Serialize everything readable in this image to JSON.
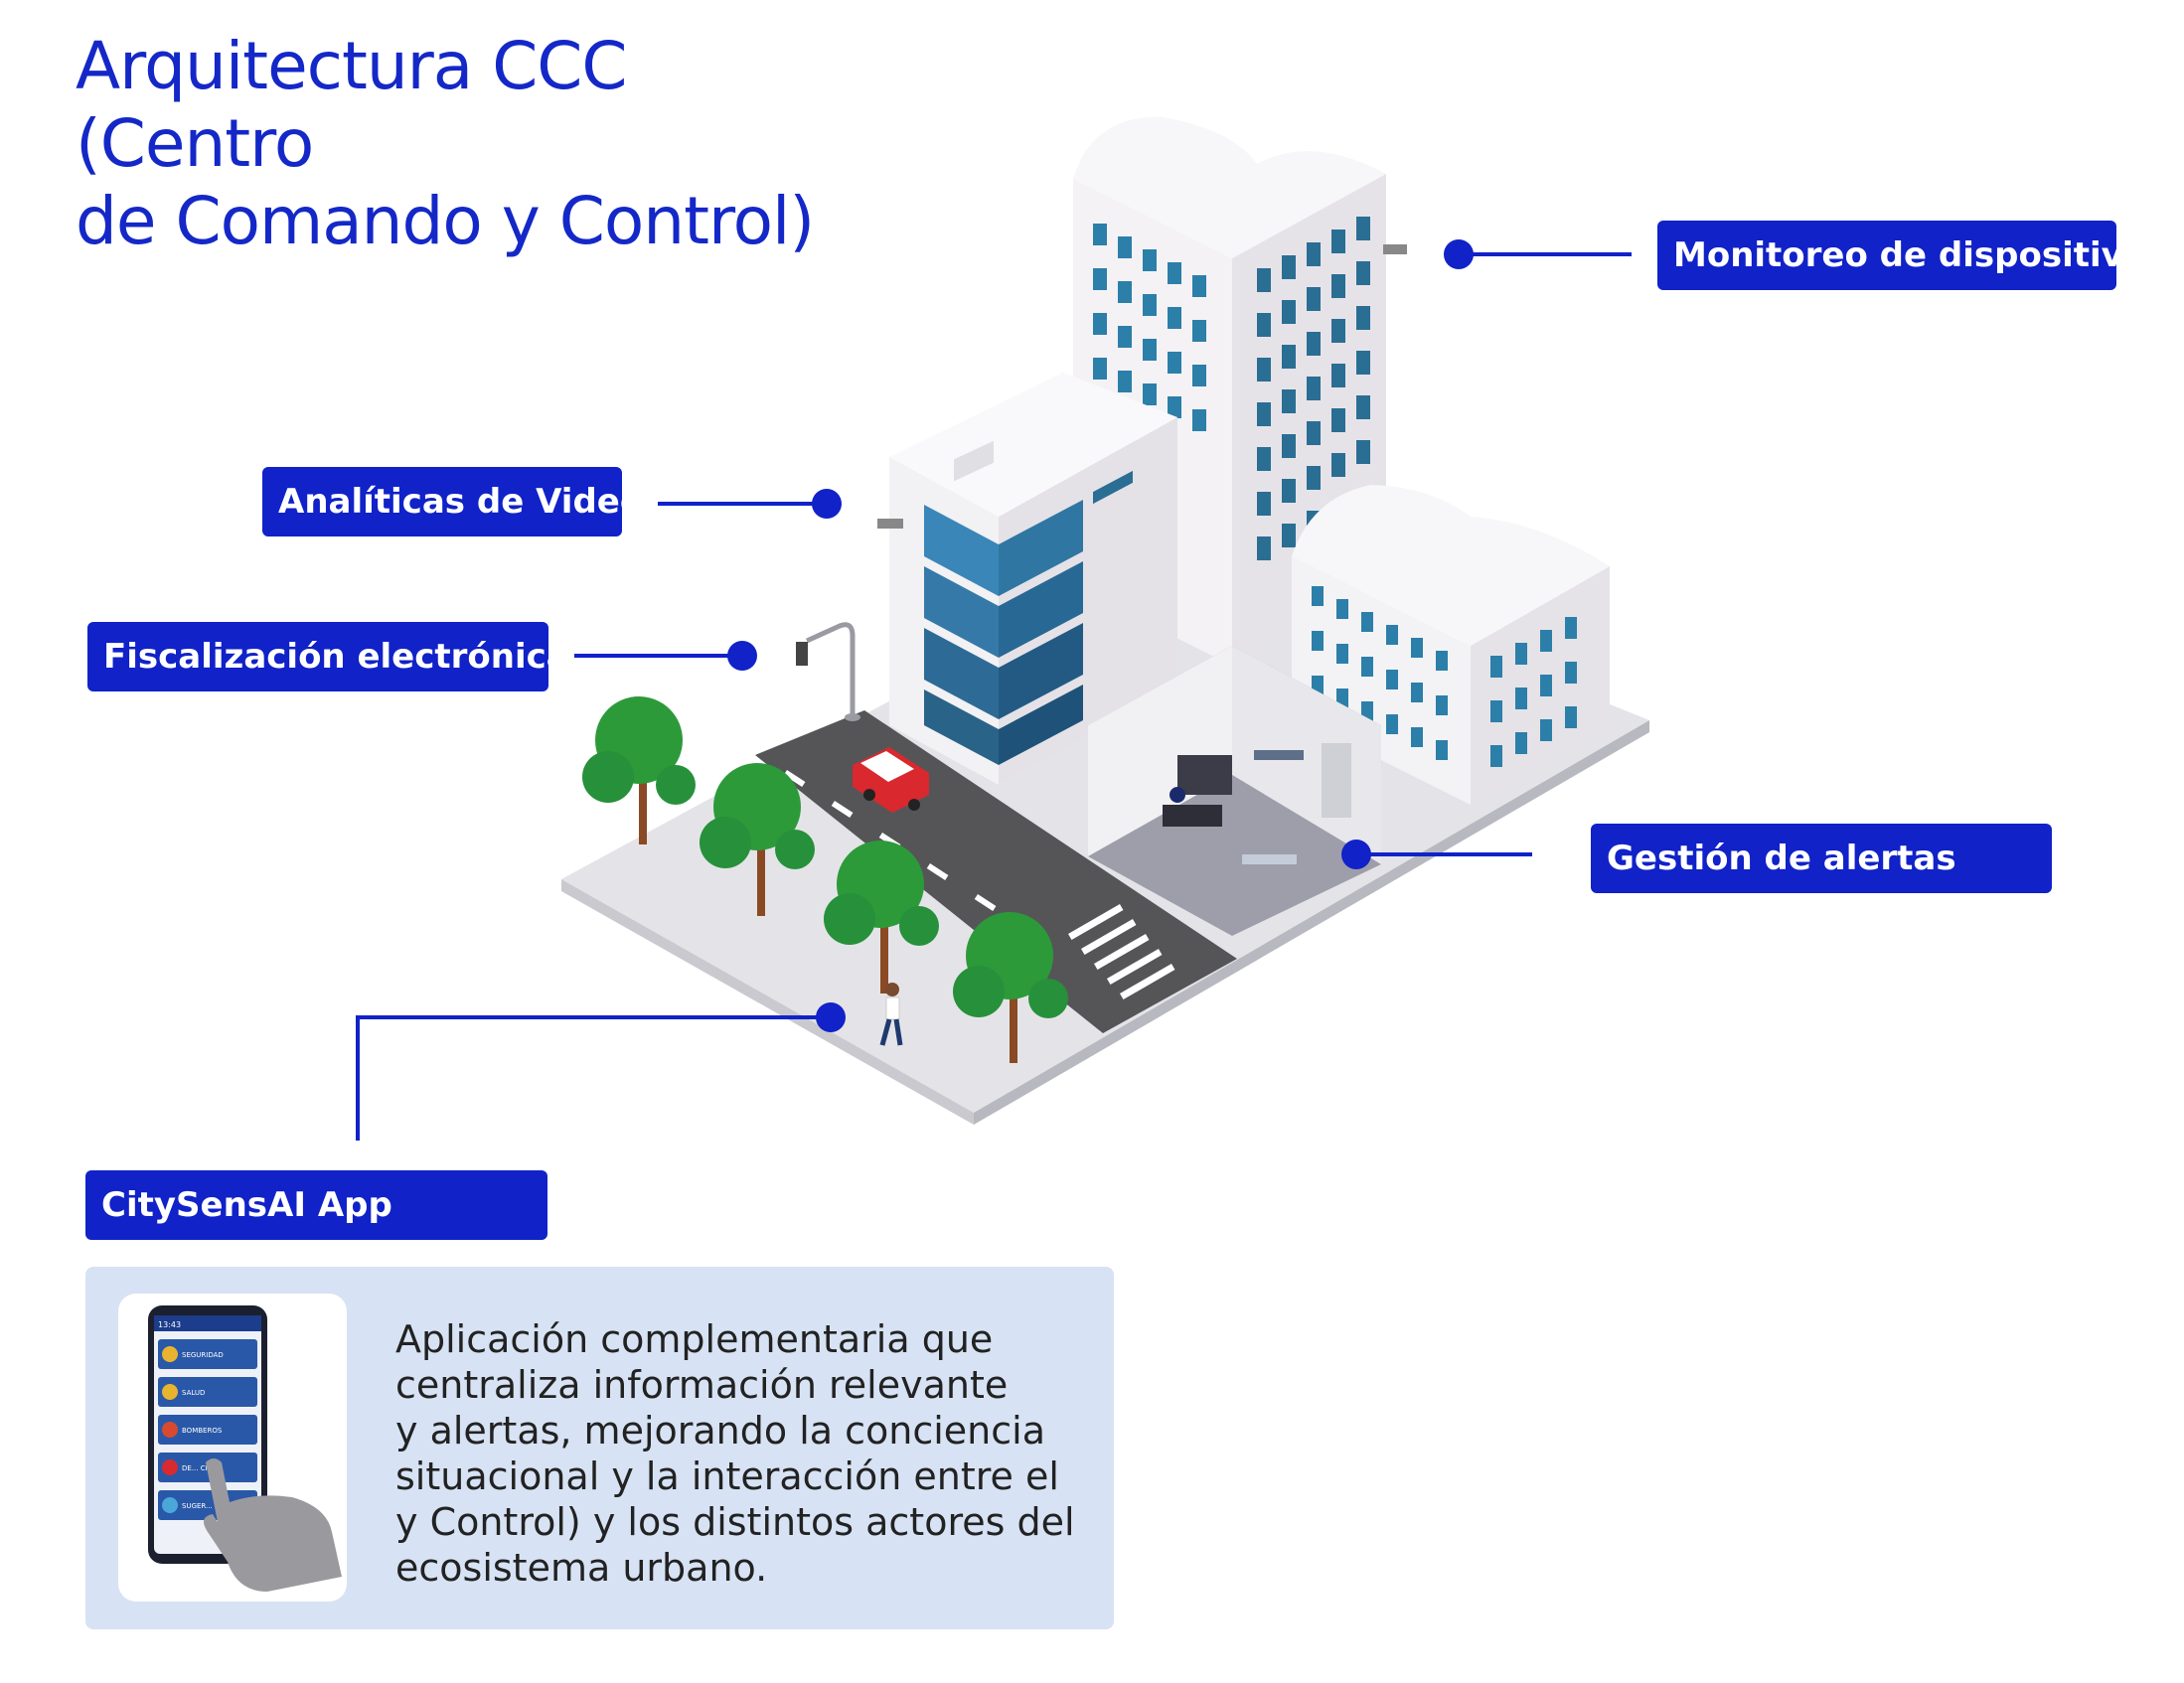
{
  "title": {
    "line1": "Arquitectura CCC (Centro",
    "line2": "de Comando y Control)"
  },
  "labels": {
    "monitoreo": "Monitoreo de dispositivo",
    "analiticas": "Analíticas de Video",
    "fiscalizacion": "Fiscalización electrónica",
    "gestion": "Gestión de alertas",
    "app": "CitySensAI App"
  },
  "description": {
    "lines": [
      "Aplicación complementaria que",
      "centraliza información relevante",
      "y alertas, mejorando la conciencia",
      "situacional y la interacción entre el",
      "y Control) y los distintos actores del",
      "ecosistema urbano."
    ]
  },
  "phone": {
    "time": "13:43",
    "buttons": [
      "SEGURIDAD",
      "SALUD",
      "BOMBEROS",
      "DE... CIVIL",
      "SUGER..."
    ]
  },
  "colors": {
    "accent": "#1022c8",
    "title": "#1428c8",
    "info_box": "#d7e3f4"
  }
}
